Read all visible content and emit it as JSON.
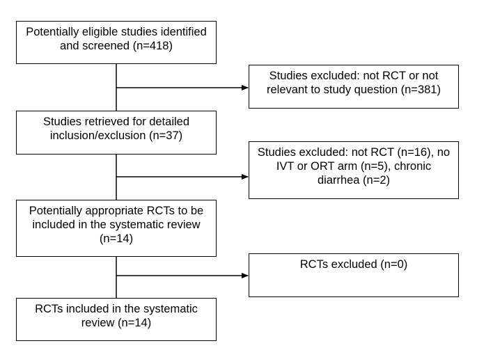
{
  "flowchart": {
    "main_steps": [
      {
        "text": "Potentially eligible studies identified and screened (n=418)"
      },
      {
        "text": "Studies retrieved for detailed inclusion/exclusion (n=37)"
      },
      {
        "text": "Potentially appropriate RCTs to be included in the systematic review (n=14)"
      },
      {
        "text": "RCTs included in the systematic review (n=14)"
      }
    ],
    "exclusions": [
      {
        "text": "Studies excluded: not RCT or not relevant to study question (n=381)"
      },
      {
        "text": "Studies excluded: not RCT (n=16), no IVT or ORT arm (n=5), chronic diarrhea (n=2)"
      },
      {
        "text": "RCTs excluded (n=0)"
      }
    ],
    "colors": {
      "stroke": "#000000",
      "background": "#ffffff"
    }
  }
}
